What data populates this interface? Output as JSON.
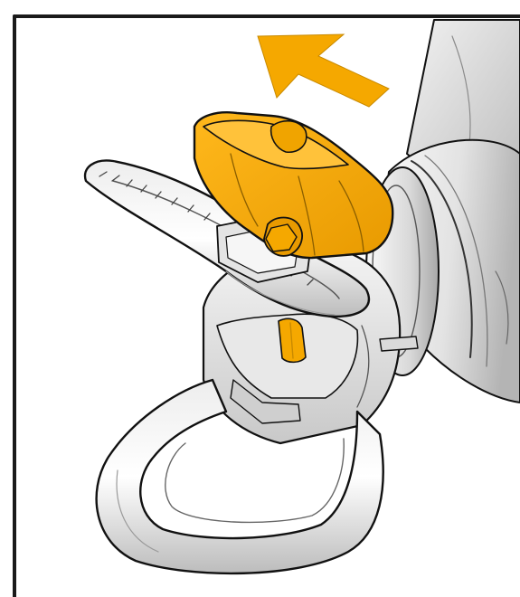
{
  "illustration": {
    "subject": "spray-gun-tip-guard-and-reversible-tip",
    "arrow_direction": "up-left",
    "guard_engraving": "",
    "colors": {
      "accent": "#F5A800",
      "accent_shadow": "#C98A00",
      "outline": "#111111",
      "metal_light": "#F4F4F4",
      "metal_mid": "#D6D6D6",
      "metal_dark": "#9A9A9A",
      "frame": "#1A1A1A",
      "background": "#FFFFFF"
    },
    "icons": {
      "direction_arrow": "arrow-up-left-icon",
      "tip_handle": "reversible-tip-handle",
      "guard": "tip-guard"
    }
  }
}
